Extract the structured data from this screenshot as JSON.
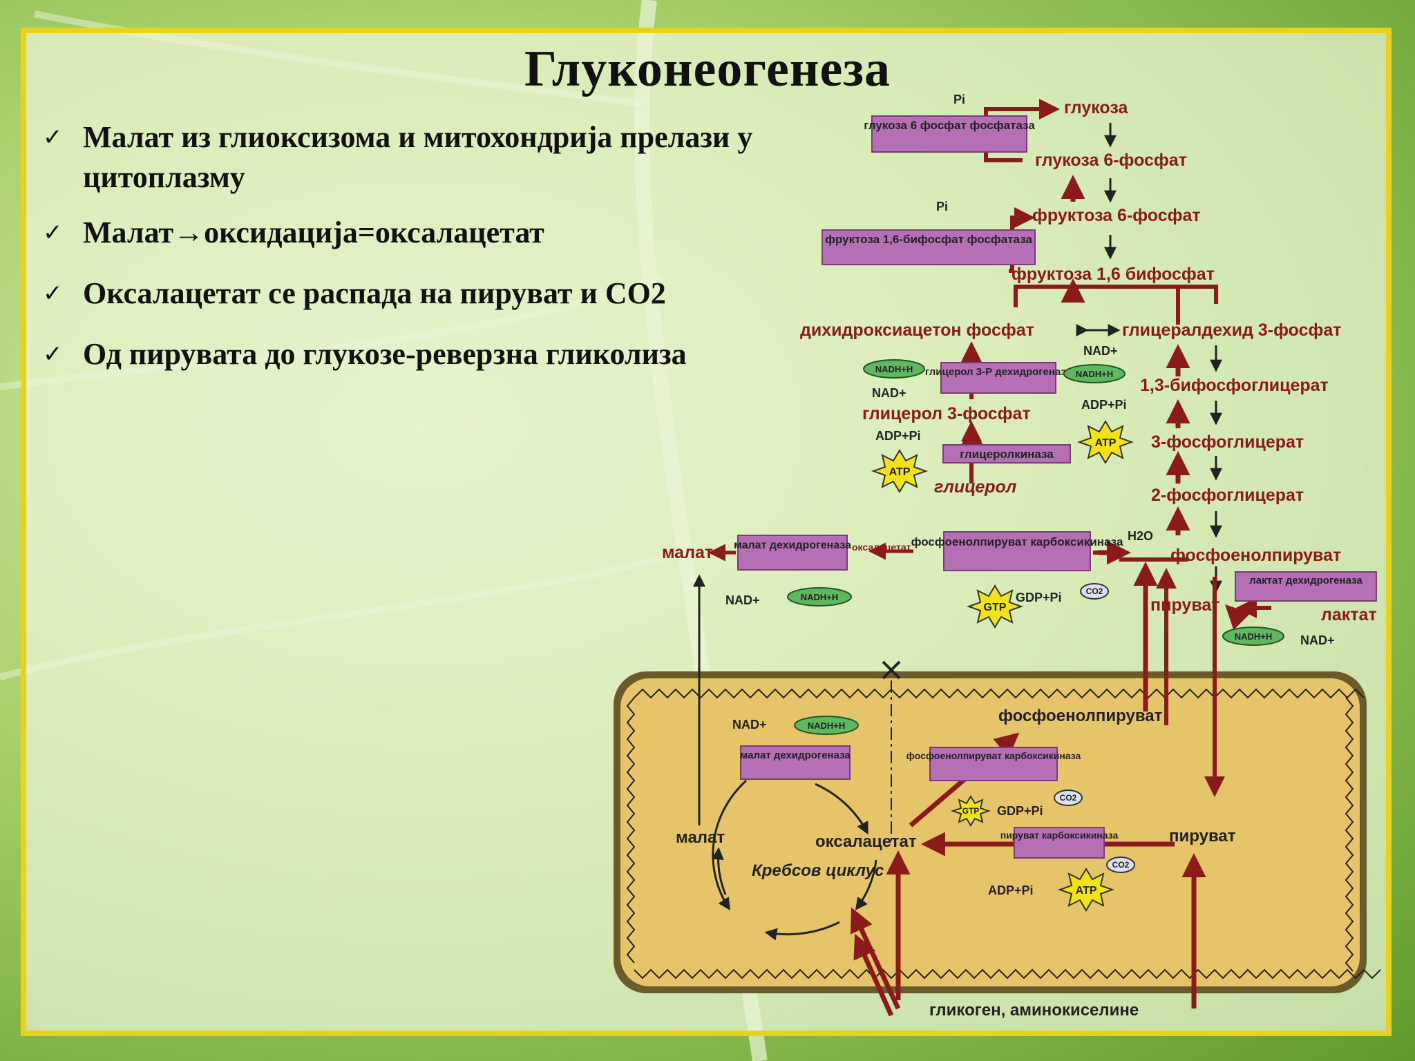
{
  "title": "Глуконеогенеза",
  "bullets": [
    "Малат из глиоксизома и митохондрија прелази у цитоплазму",
    "Малат→оксидација=оксалацетат",
    "Оксалацетат се распада на пируват и CO2",
    "Од пирувата до глукозе-реверзна гликолиза"
  ],
  "check_symbol": "✓",
  "diagram": {
    "metabolites": {
      "glucose": "глукоза",
      "glucose6p": "глукоза 6-фосфат",
      "fructose6p": "фруктоза 6-фосфат",
      "fructose16bp": "фруктоза 1,6 бифосфат",
      "dhap": "дихидроксиацетон фосфат",
      "g3p": "глицералдехид 3-фосфат",
      "bpg13": "1,3-бифосфоглицерат",
      "pg3": "3-фосфоглицерат",
      "pg2": "2-фосфоглицерат",
      "pep": "фосфоенолпируват",
      "pyruvate": "пируват",
      "lactate": "лактат",
      "glycerol3p": "глицерол 3-фосфат",
      "glycerol": "глицерол",
      "malate": "малат",
      "oxaloacetate_small": "оксалацетат",
      "mito_pep": "фосфоенолпируват",
      "mito_malate": "малат",
      "mito_oxaloacetate": "оксалацетат",
      "mito_pyruvate": "пируват",
      "krebs": "Кребсов циклус",
      "glycogen": "гликоген, аминокиселине"
    },
    "enzymes": {
      "g6pase": "глукоза 6 фосфат фосфатаза",
      "fbpase": "фруктоза 1,6-бифосфат фосфатаза",
      "g3pdh": "глицерол 3-Р дехидрогеназа",
      "glycerolkinase": "глицеролкиназа",
      "mdh_cyto": "малат дехидрогеназа",
      "pepck_cyto": "фосфоенолпируват карбоксикиназа",
      "ldh": "лактат дехидрогеназа",
      "mdh_mito": "малат дехидрогеназа",
      "pepck_mito": "фосфоенолпируват карбоксикиназа",
      "pc_mito": "пируват карбоксикиназа"
    },
    "cofactors": {
      "pi": "Pi",
      "nad": "NAD+",
      "nadh": "NADH+H",
      "adp_pi": "ADP+Pi",
      "atp": "ATP",
      "gtp": "GTP",
      "gdp_pi": "GDP+Pi",
      "co2": "CO2",
      "h2o": "H2O"
    },
    "colors": {
      "arrow": "#8b1a1a",
      "enzyme_box": "#b56fb5",
      "nadh_ellipse": "#5fb85f",
      "star": "#f2e21a",
      "mito_fill": "#e6c56a",
      "mito_border": "#6b5a2a"
    }
  }
}
